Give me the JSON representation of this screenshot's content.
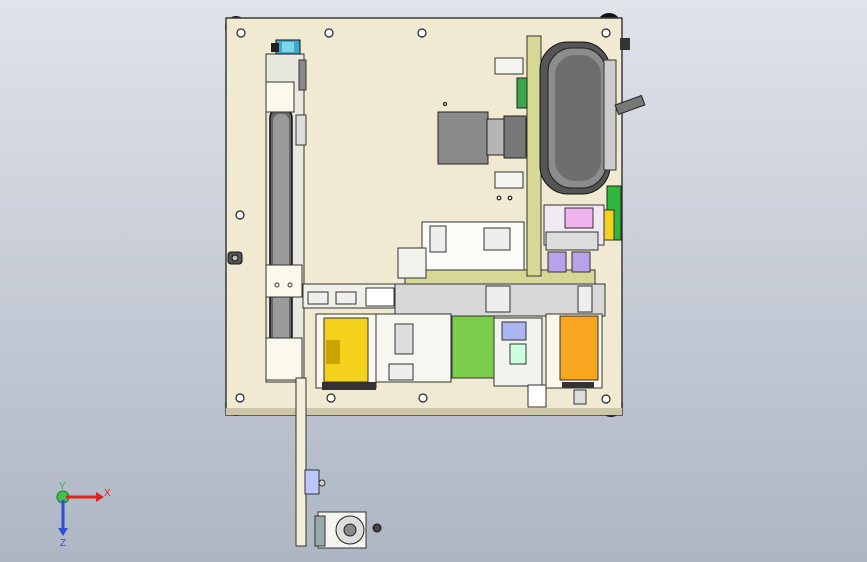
{
  "triad": {
    "x_label": "X",
    "y_label": "Y",
    "z_label": "Z",
    "x_color": "#e0241b",
    "y_color": "#2db84a",
    "z_color": "#2f4fd6"
  },
  "colors": {
    "plate": "#f1ead2",
    "plate_edge": "#3a3a3a",
    "module_yellow": "#f4d21c",
    "module_green": "#7ccd4c",
    "module_orange": "#f8a520",
    "bracket_olive": "#d8d896",
    "motor_gray": "#8a8a8a",
    "purple_part": "#b9a3e8",
    "pink_part": "#e58ae0"
  }
}
